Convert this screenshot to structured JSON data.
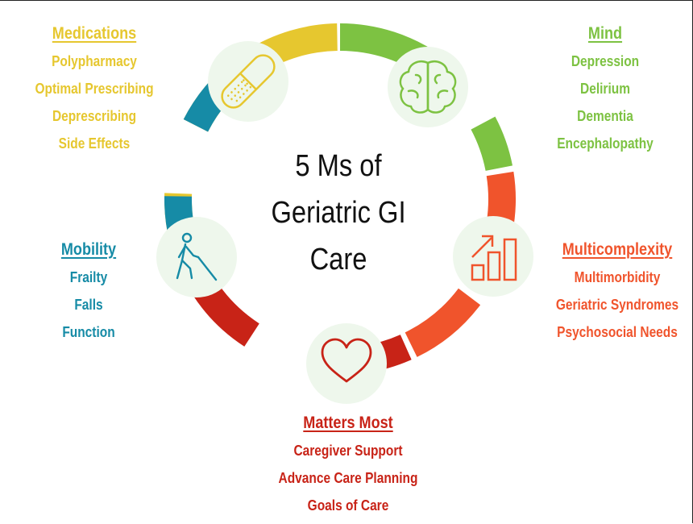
{
  "title_lines": [
    "5 Ms of",
    "Geriatric GI",
    "Care"
  ],
  "colors": {
    "medications": "#e6c72f",
    "mind": "#7dc242",
    "multicomplexity": "#f0542c",
    "matters_most": "#c82317",
    "mobility": "#168ba6",
    "icon_bg": "#eef7ec"
  },
  "sections": {
    "medications": {
      "heading": "Medications",
      "items": [
        "Polypharmacy",
        "Optimal Prescribing",
        "Deprescribing",
        "Side Effects"
      ],
      "icon": "pill-icon"
    },
    "mind": {
      "heading": "Mind",
      "items": [
        "Depression",
        "Delirium",
        "Dementia",
        "Encephalopathy"
      ],
      "icon": "brain-icon"
    },
    "mobility": {
      "heading": "Mobility",
      "items": [
        "Frailty",
        "Falls",
        "Function"
      ],
      "icon": "walking-person-cane-icon"
    },
    "multicomplexity": {
      "heading": "Multicomplexity",
      "items": [
        "Multimorbidity",
        "Geriatric Syndromes",
        "Psychosocial Needs"
      ],
      "icon": "bar-chart-growth-icon"
    },
    "matters_most": {
      "heading": "Matters Most",
      "items": [
        "Caregiver Support",
        "Advance Care Planning",
        "Goals of Care"
      ],
      "icon": "heart-icon"
    }
  }
}
